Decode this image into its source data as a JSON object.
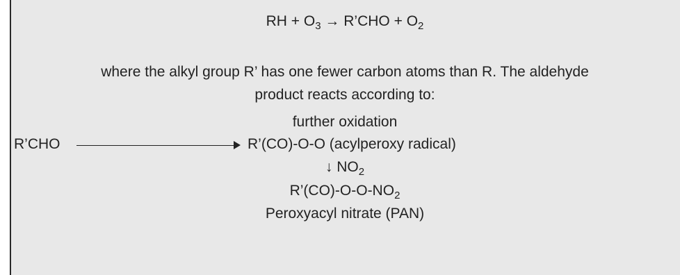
{
  "eq1": {
    "reactant": "RH + O",
    "reactant_sub": "3",
    "arrow": "→",
    "product": "R’CHO + O",
    "product_sub": "2"
  },
  "explanation": {
    "line1": "where the alkyl group R’ has one fewer carbon atoms than R. The aldehyde",
    "line2": "product reacts according to:"
  },
  "scheme": {
    "label_above_arrow": "further oxidation",
    "reactant": "R’CHO",
    "product": "R’(CO)-O-O (acylperoxy radical)",
    "down_arrow": "↓",
    "reagent": "NO",
    "reagent_sub": "2",
    "final_product": "R’(CO)-O-O-NO",
    "final_product_sub": "2",
    "final_name": "Peroxyacyl nitrate (PAN)"
  }
}
